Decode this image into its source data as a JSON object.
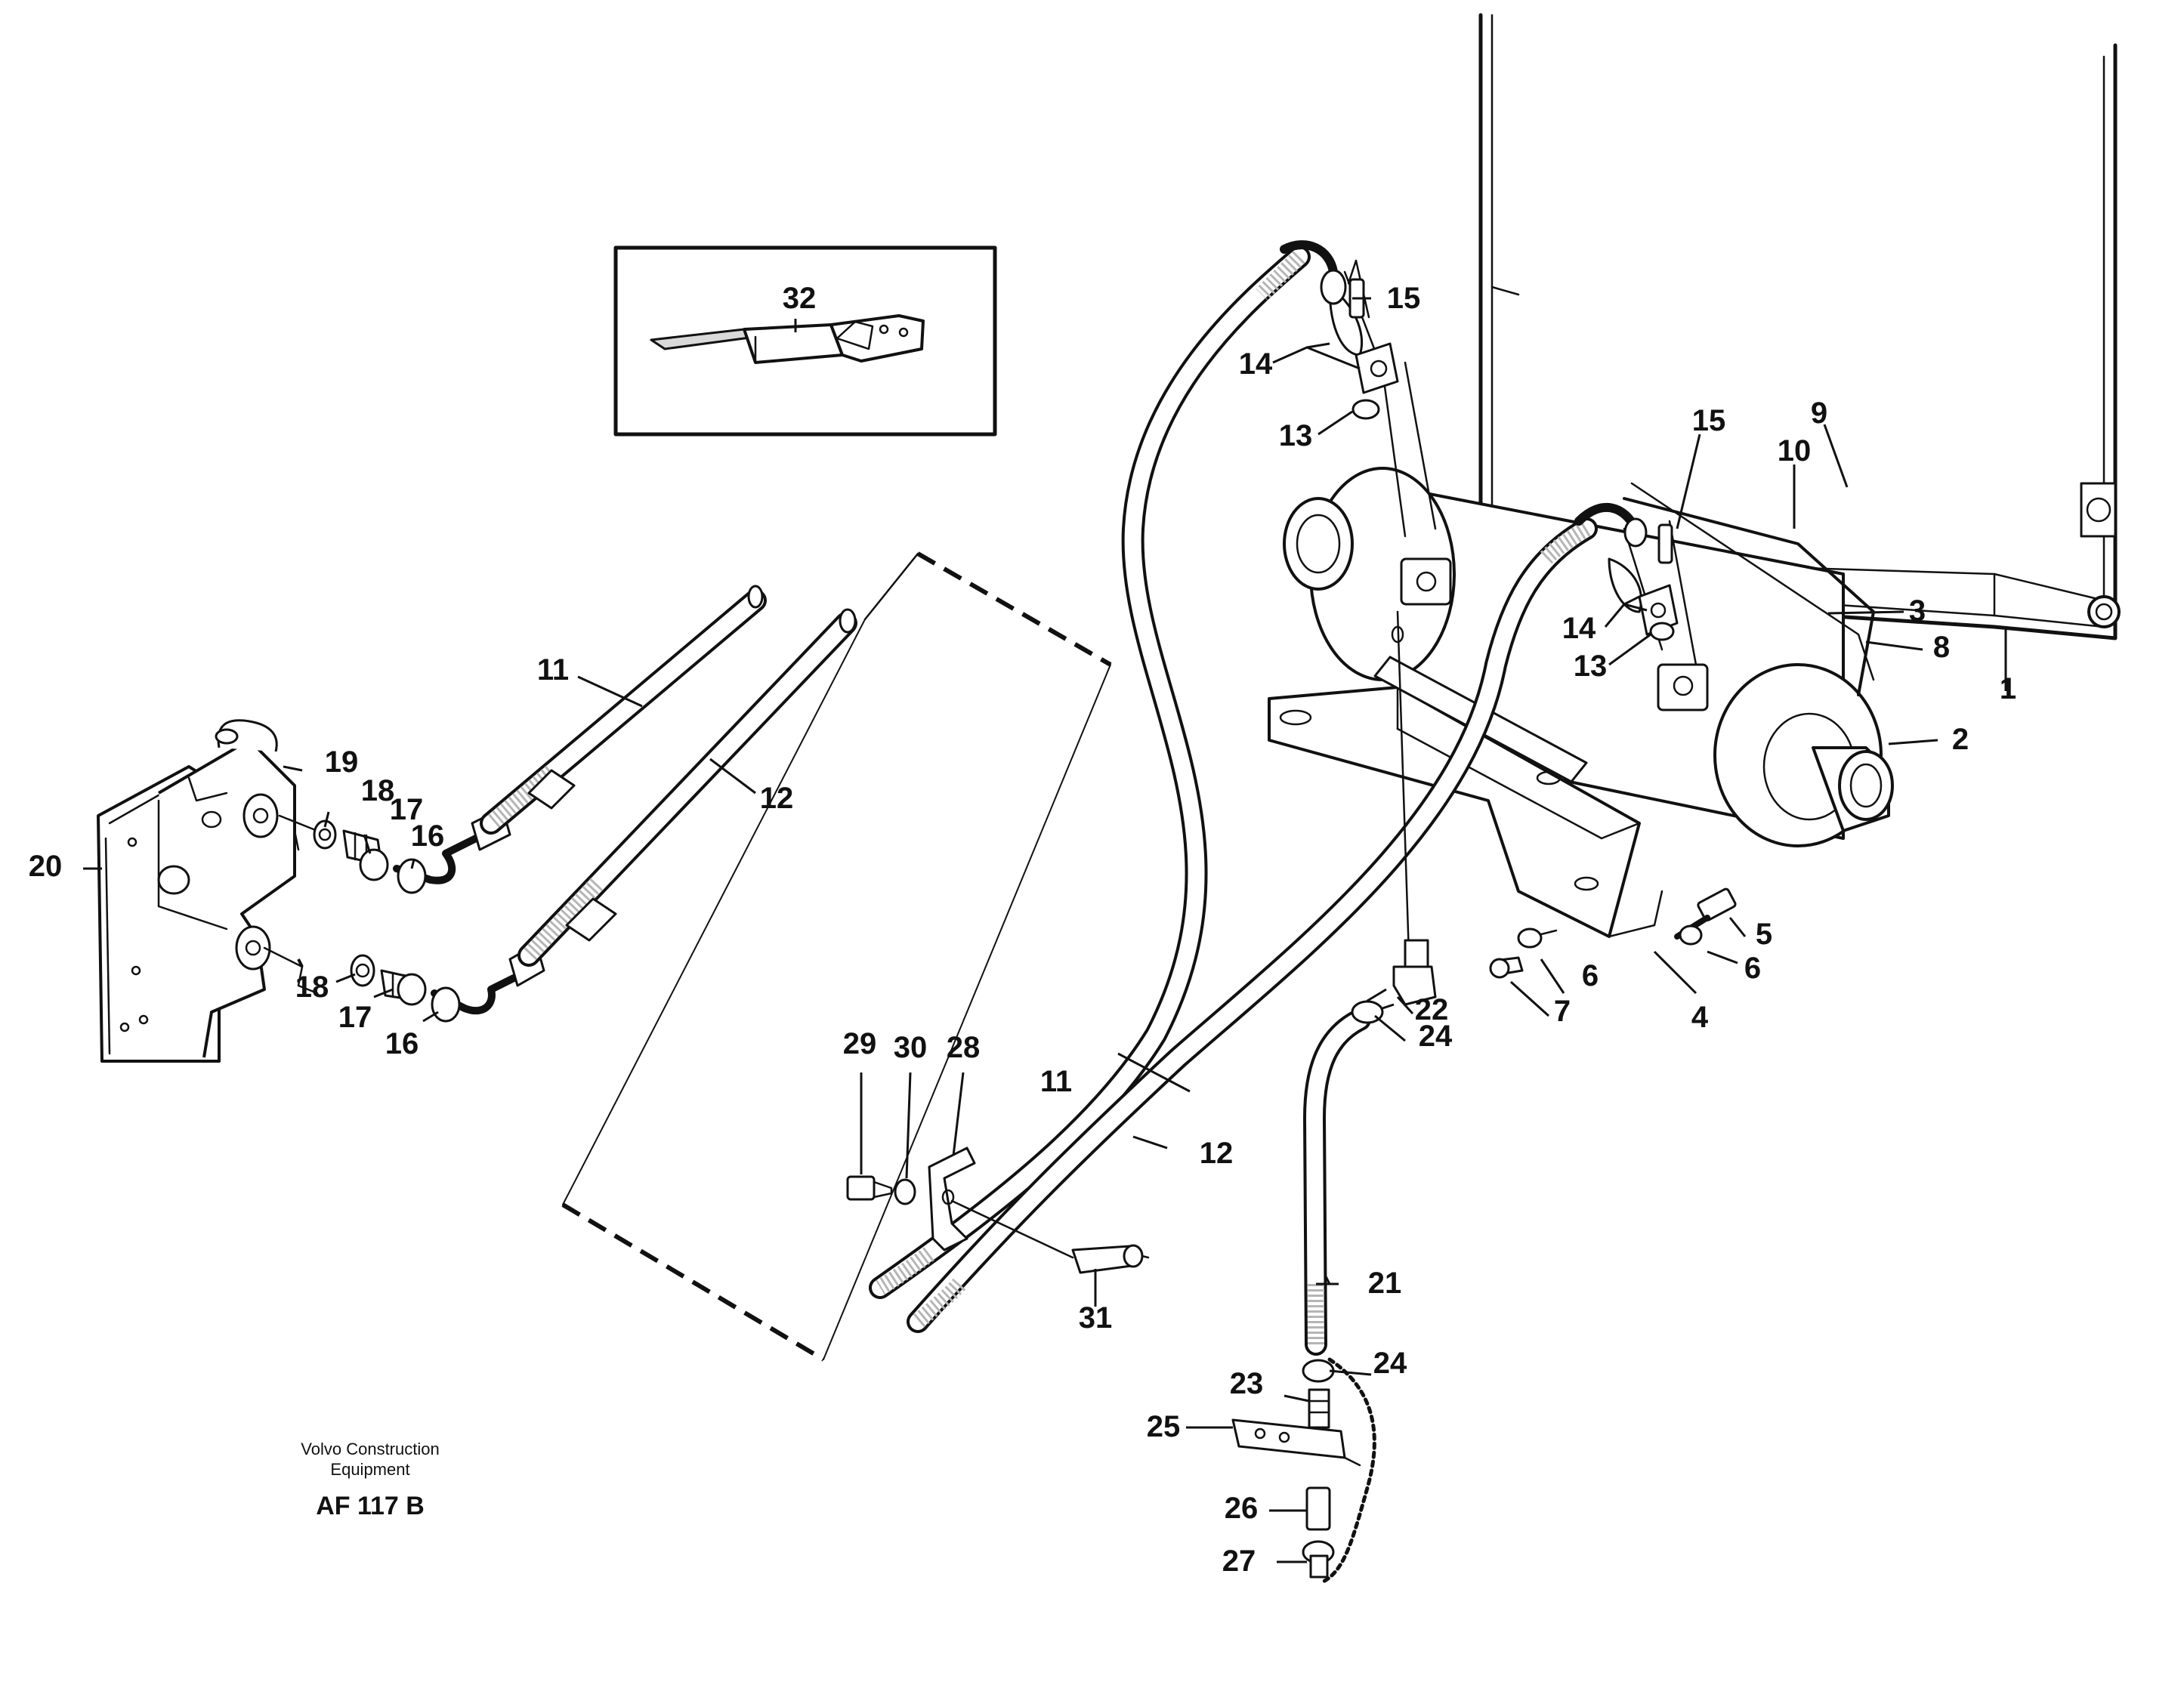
{
  "credit": {
    "company_line1": "Volvo Construction",
    "company_line2": "Equipment",
    "drawing_number": "AF 117 B"
  },
  "callouts": [
    {
      "id": "c1",
      "text": "1"
    },
    {
      "id": "c2",
      "text": "2"
    },
    {
      "id": "c3",
      "text": "3"
    },
    {
      "id": "c4",
      "text": "4"
    },
    {
      "id": "c5",
      "text": "5"
    },
    {
      "id": "c6a",
      "text": "6"
    },
    {
      "id": "c6b",
      "text": "6"
    },
    {
      "id": "c7",
      "text": "7"
    },
    {
      "id": "c8",
      "text": "8"
    },
    {
      "id": "c9",
      "text": "9"
    },
    {
      "id": "c10",
      "text": "10"
    },
    {
      "id": "c11a",
      "text": "11"
    },
    {
      "id": "c11b",
      "text": "11"
    },
    {
      "id": "c12a",
      "text": "12"
    },
    {
      "id": "c12b",
      "text": "12"
    },
    {
      "id": "c13a",
      "text": "13"
    },
    {
      "id": "c13b",
      "text": "13"
    },
    {
      "id": "c14a",
      "text": "14"
    },
    {
      "id": "c14b",
      "text": "14"
    },
    {
      "id": "c15a",
      "text": "15"
    },
    {
      "id": "c15b",
      "text": "15"
    },
    {
      "id": "c16a",
      "text": "16"
    },
    {
      "id": "c16b",
      "text": "16"
    },
    {
      "id": "c17a",
      "text": "17"
    },
    {
      "id": "c17b",
      "text": "17"
    },
    {
      "id": "c18a",
      "text": "18"
    },
    {
      "id": "c18b",
      "text": "18"
    },
    {
      "id": "c19",
      "text": "19"
    },
    {
      "id": "c20",
      "text": "20"
    },
    {
      "id": "c21",
      "text": "21"
    },
    {
      "id": "c22",
      "text": "22"
    },
    {
      "id": "c23",
      "text": "23"
    },
    {
      "id": "c24a",
      "text": "24"
    },
    {
      "id": "c24b",
      "text": "24"
    },
    {
      "id": "c25",
      "text": "25"
    },
    {
      "id": "c26",
      "text": "26"
    },
    {
      "id": "c27",
      "text": "27"
    },
    {
      "id": "c28",
      "text": "28"
    },
    {
      "id": "c29",
      "text": "29"
    },
    {
      "id": "c30",
      "text": "30"
    },
    {
      "id": "c31",
      "text": "31"
    },
    {
      "id": "c32",
      "text": "32"
    }
  ]
}
